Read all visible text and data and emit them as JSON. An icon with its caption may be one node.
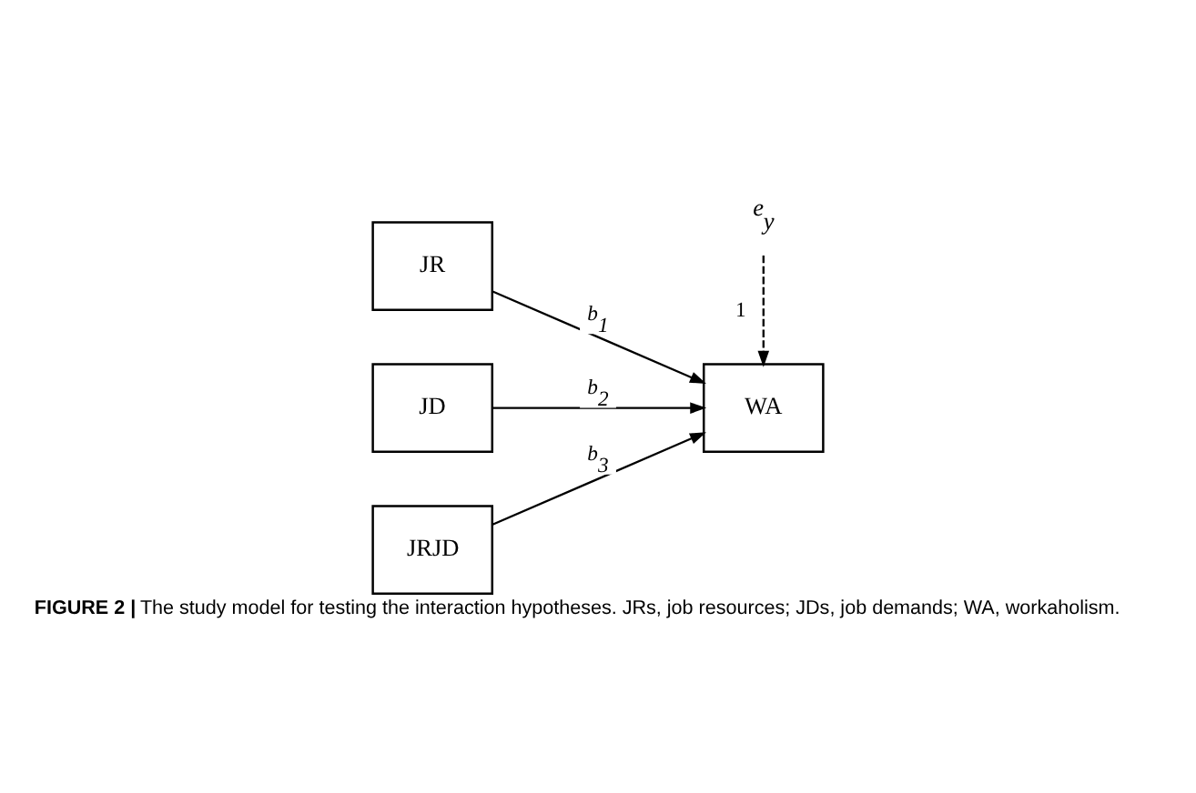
{
  "diagram": {
    "caption": "**FIGURE 2 |** The study model for testing the interaction hypotheses. JRs, job resources; JDs, job demands; WA, workaholism.",
    "nodes": [
      {
        "text": [
          "JR"
        ]
      },
      {
        "text": [
          "JD"
        ]
      },
      {
        "text": [
          "JRJD"
        ]
      },
      {
        "text": [
          "WA"
        ]
      },
      {
        "text": [
          "*e*$_{y}$"
        ]
      }
    ],
    "edges": [
      {
        "from": 0,
        "to": 3,
        "arrow": "to",
        "label": "*b*$_{1}$"
      },
      {
        "from": 1,
        "to": 3,
        "arrow": "to",
        "label": "*b*$_{2}$"
      },
      {
        "from": 2,
        "to": 3,
        "arrow": "to",
        "label": "*b*$_{3}$"
      },
      {
        "from": 4,
        "to": 3,
        "arrow": "to",
        "label": "1",
        "style": "dashed"
      }
    ]
  }
}
